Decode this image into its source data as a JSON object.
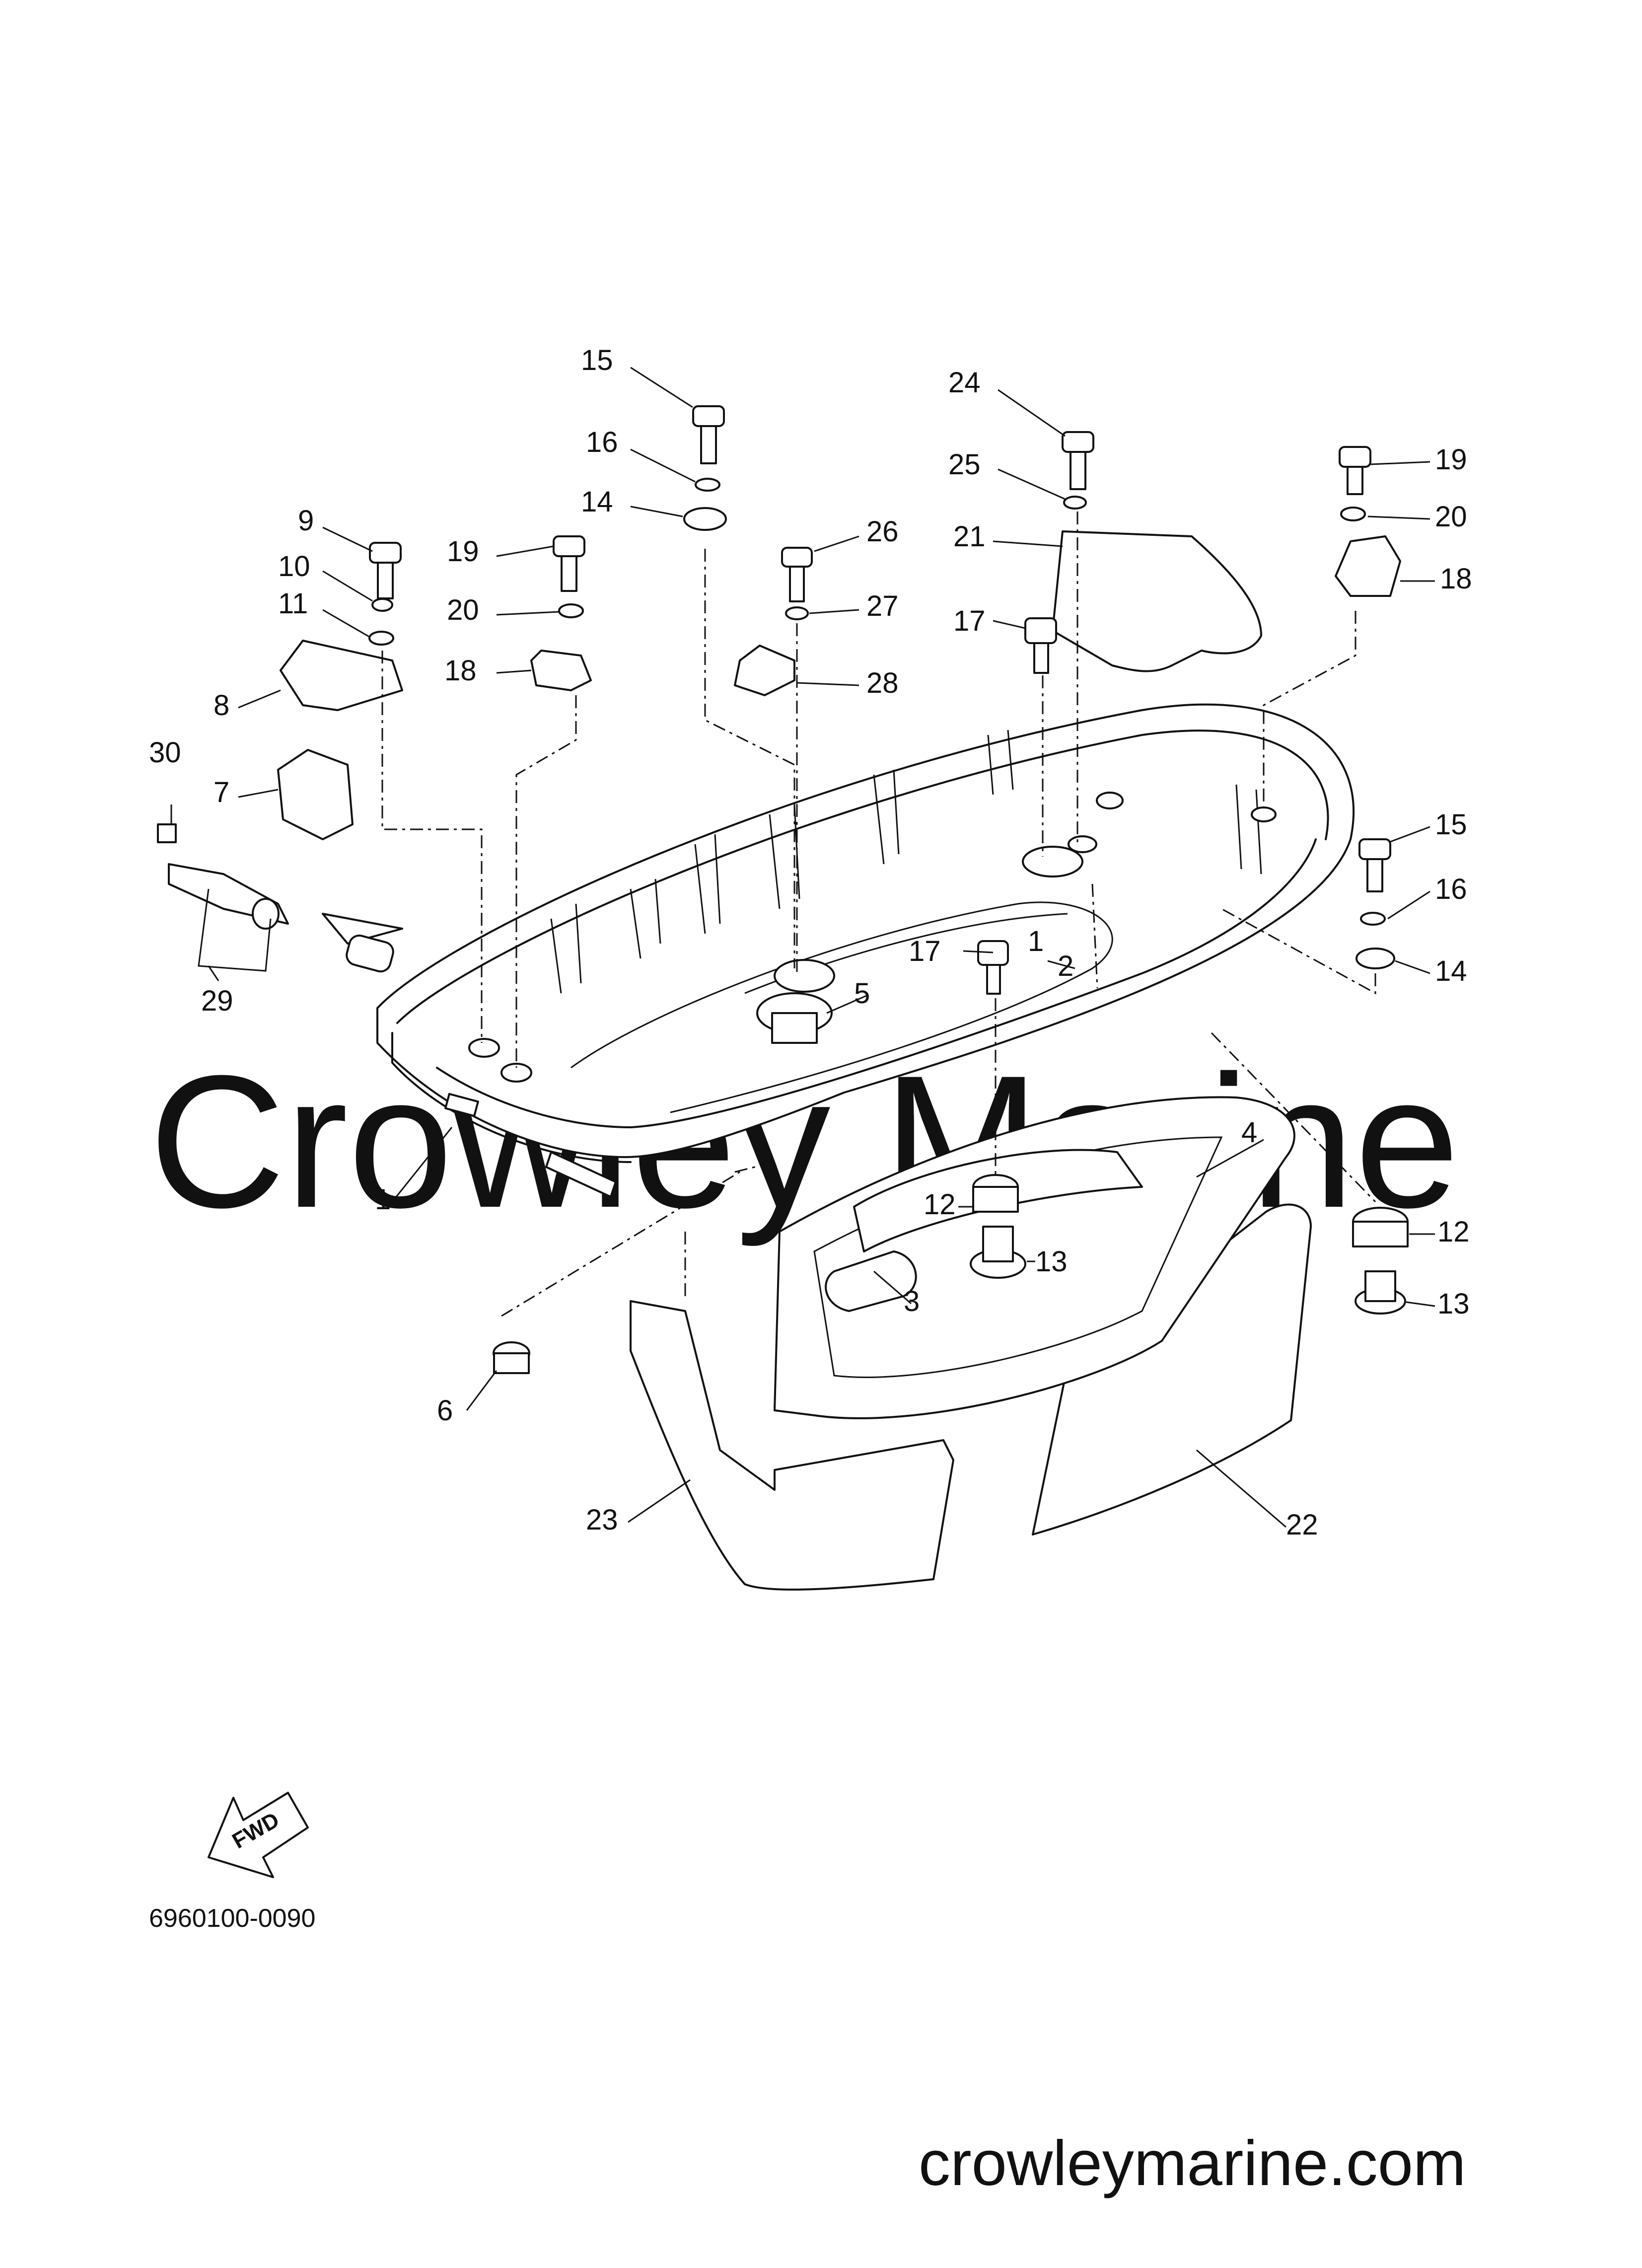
{
  "watermark": "Crowley Marine",
  "diagram_code": "6960100-0090",
  "site_url": "crowleymarine.com",
  "fwd_label": "FWD",
  "callouts": {
    "p15a": "15",
    "p16a": "16",
    "p14a": "14",
    "p9": "9",
    "p10": "10",
    "p11": "11",
    "p8": "8",
    "p7": "7",
    "p19a": "19",
    "p20a": "20",
    "p18a": "18",
    "p26": "26",
    "p27": "27",
    "p28": "28",
    "p24": "24",
    "p25": "25",
    "p21": "21",
    "p17a": "17",
    "p19b": "19",
    "p20b": "20",
    "p18b": "18",
    "p30": "30",
    "p29": "29",
    "p15b": "15",
    "p16b": "16",
    "p14b": "14",
    "p17b": "17",
    "p1a": "1",
    "p2": "2",
    "p5": "5",
    "p1b": "1",
    "p4": "4",
    "p12a": "12",
    "p13a": "13",
    "p12b": "12",
    "p13b": "13",
    "p3": "3",
    "p6": "6",
    "p22": "22",
    "p23": "23"
  }
}
